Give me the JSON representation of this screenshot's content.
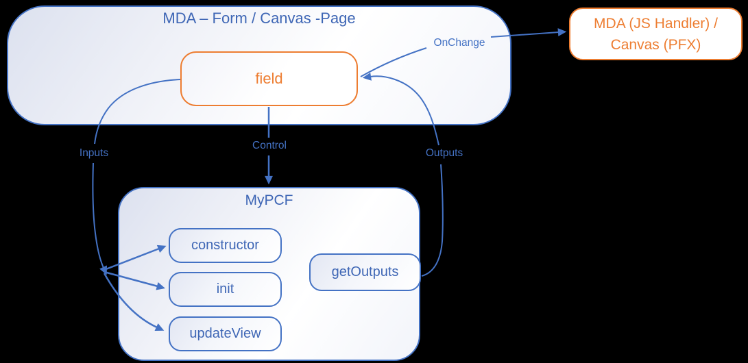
{
  "diagram": {
    "colors": {
      "line_blue": "#4472C4",
      "text_blue": "#3E66B5",
      "accent_orange": "#ED7D31",
      "background": "#000000"
    },
    "mda_container": {
      "title": "MDA – Form / Canvas -Page"
    },
    "field_box": {
      "label": "field"
    },
    "handler_box": {
      "line1": "MDA (JS Handler) /",
      "line2": "Canvas (PFX)"
    },
    "pcf_container": {
      "title": "MyPCF",
      "methods": [
        "constructor",
        "init",
        "updateView"
      ],
      "output_method": "getOutputs"
    },
    "connectors": {
      "onchange": "OnChange",
      "inputs": "Inputs",
      "control": "Control",
      "outputs": "Outputs"
    }
  }
}
